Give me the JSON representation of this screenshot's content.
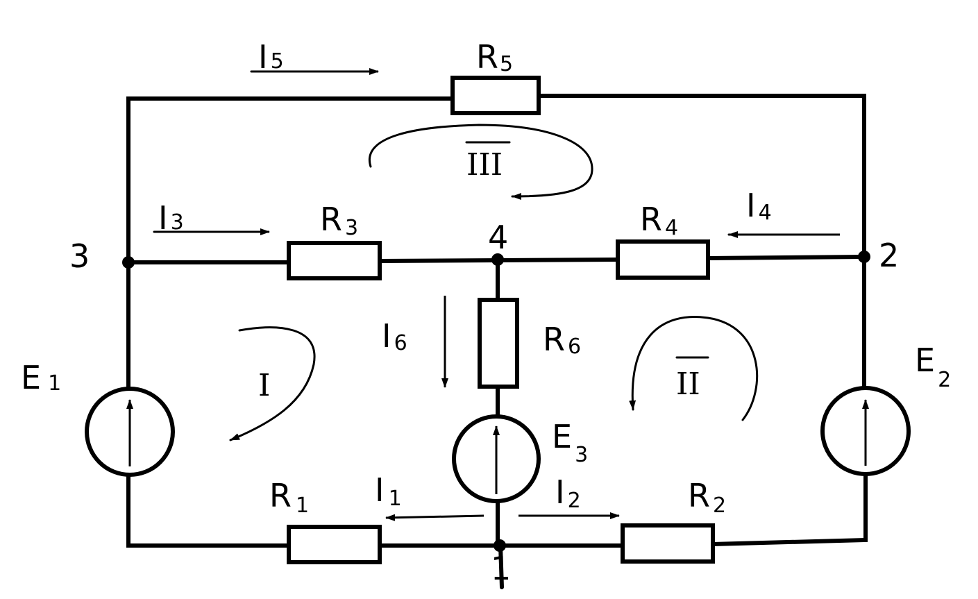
{
  "nodes": {
    "n1": "1",
    "n2": "2",
    "n3": "3",
    "n4": "4"
  },
  "resistors": {
    "r1": {
      "main": "R",
      "sub": "1"
    },
    "r2": {
      "main": "R",
      "sub": "2"
    },
    "r3": {
      "main": "R",
      "sub": "3"
    },
    "r4": {
      "main": "R",
      "sub": "4"
    },
    "r5": {
      "main": "R",
      "sub": "5"
    },
    "r6": {
      "main": "R",
      "sub": "6"
    }
  },
  "sources": {
    "e1": {
      "main": "E",
      "sub": "1"
    },
    "e2": {
      "main": "E",
      "sub": "2"
    },
    "e3": {
      "main": "E",
      "sub": "3"
    }
  },
  "currents": {
    "i1": {
      "main": "I",
      "sub": "1"
    },
    "i2": {
      "main": "I",
      "sub": "2"
    },
    "i3": {
      "main": "I",
      "sub": "3"
    },
    "i4": {
      "main": "I",
      "sub": "4"
    },
    "i5": {
      "main": "I",
      "sub": "5"
    },
    "i6": {
      "main": "I",
      "sub": "6"
    }
  },
  "loops": {
    "loop1": "I",
    "loop2": "II",
    "loop3": "III"
  }
}
